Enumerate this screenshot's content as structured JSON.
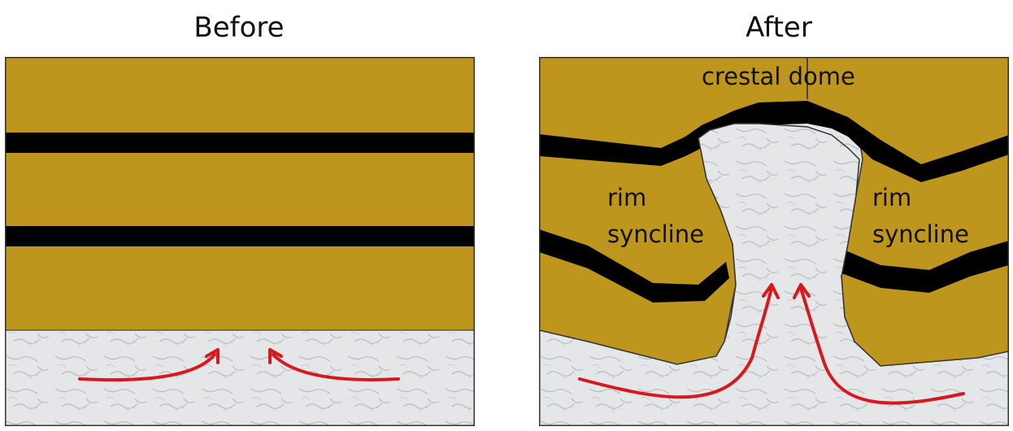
{
  "before": {
    "title": "Before"
  },
  "after": {
    "title": "After",
    "labels": {
      "crest": "crestal dome",
      "rim_left_1": "rim",
      "rim_left_2": "syncline",
      "rim_right_1": "rim",
      "rim_right_2": "syncline"
    }
  },
  "colors": {
    "strata": "#BF961D",
    "marker_bed": "#000000",
    "salt": "#E4E6E8",
    "arrow": "#D7191F",
    "outline": "#333333"
  }
}
